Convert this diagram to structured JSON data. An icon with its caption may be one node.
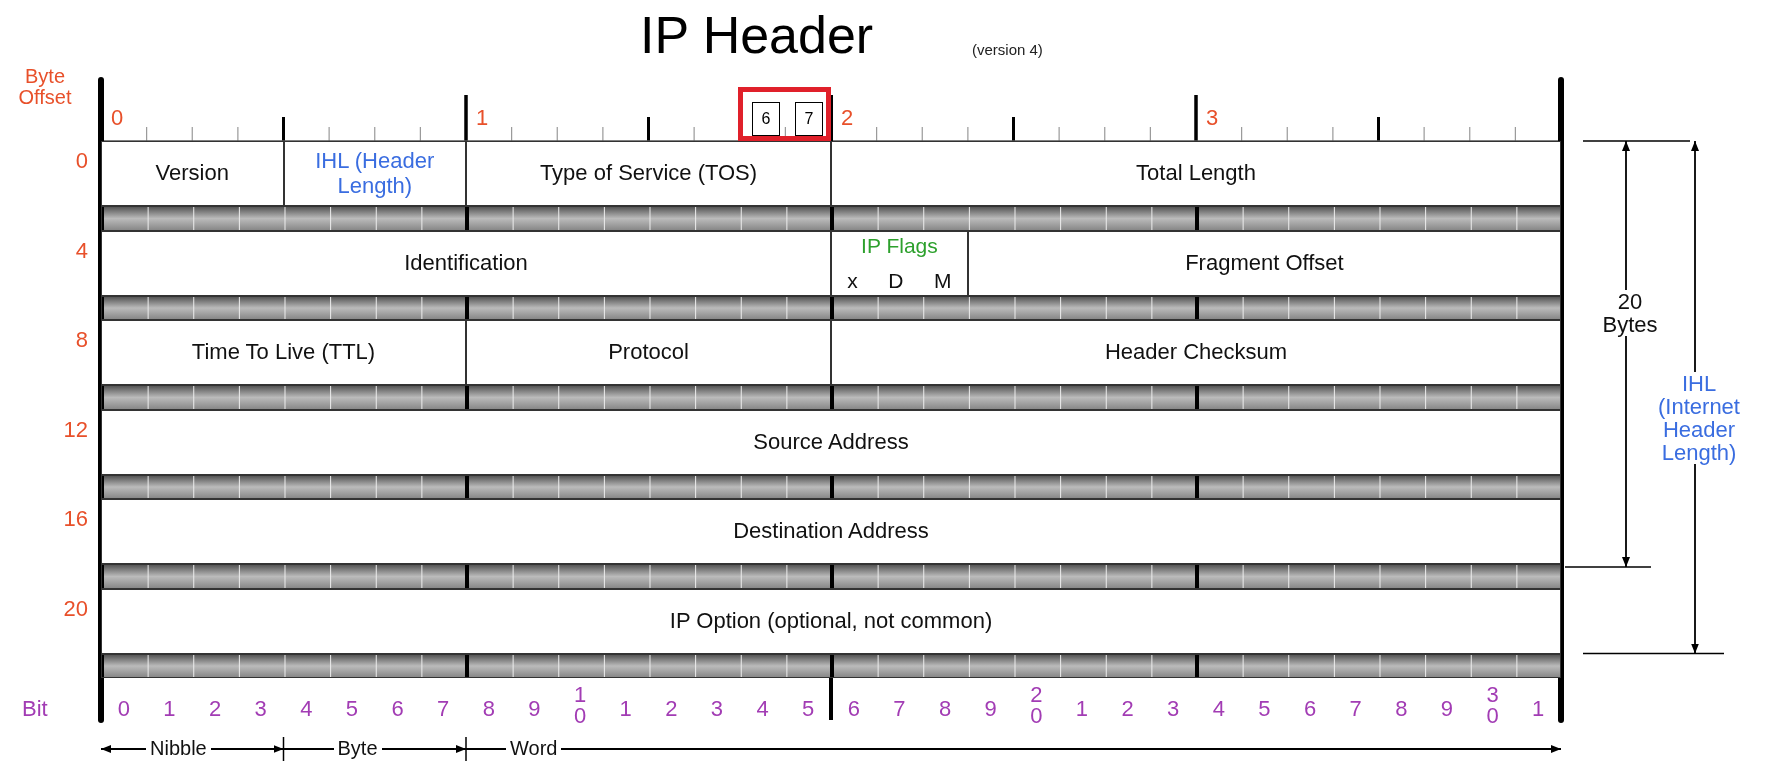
{
  "diagram": {
    "title": "IP Header",
    "nodes": [
      {
        "text": [],
        "shape": "box"
      },
      {
        "text": [
          "6"
        ],
        "in": 0
      },
      {
        "text": [
          "7"
        ],
        "in": 0
      },
      {
        "text": [
          "Version"
        ]
      },
      {
        "text": [
          "IHL (Header Length)"
        ]
      },
      {
        "text": [
          "Type of Service (TOS)"
        ]
      },
      {
        "text": [
          "Total Length"
        ]
      },
      {
        "text": [
          "Identification"
        ]
      },
      {
        "text": [
          "IP Flags",
          "x",
          "D",
          "M"
        ]
      },
      {
        "text": [
          "Fragment Offset"
        ]
      },
      {
        "text": [
          "Time To Live (TTL)"
        ]
      },
      {
        "text": [
          "Protocol"
        ]
      },
      {
        "text": [
          "Header Checksum"
        ]
      },
      {
        "text": [
          "Source Address"
        ]
      },
      {
        "text": [
          "Destination Address"
        ]
      },
      {
        "text": [
          "IP Option (optional, not common)"
        ]
      }
    ],
    "labels": [
      "(version 4)",
      "Byte Offset",
      "0",
      "1",
      "2",
      "3",
      "0",
      "4",
      "8",
      "12",
      "16",
      "20",
      "20 Bytes",
      "IHL (Internet Header Length)",
      "Bit",
      "0",
      "1",
      "2",
      "3",
      "4",
      "5",
      "6",
      "7",
      "8",
      "9",
      "10",
      "1",
      "2",
      "3",
      "4",
      "5",
      "6",
      "7",
      "8",
      "9",
      "20",
      "1",
      "2",
      "3",
      "4",
      "5",
      "6",
      "7",
      "8",
      "9",
      "30",
      "1",
      "Nibble",
      "Byte",
      "Word"
    ]
  }
}
